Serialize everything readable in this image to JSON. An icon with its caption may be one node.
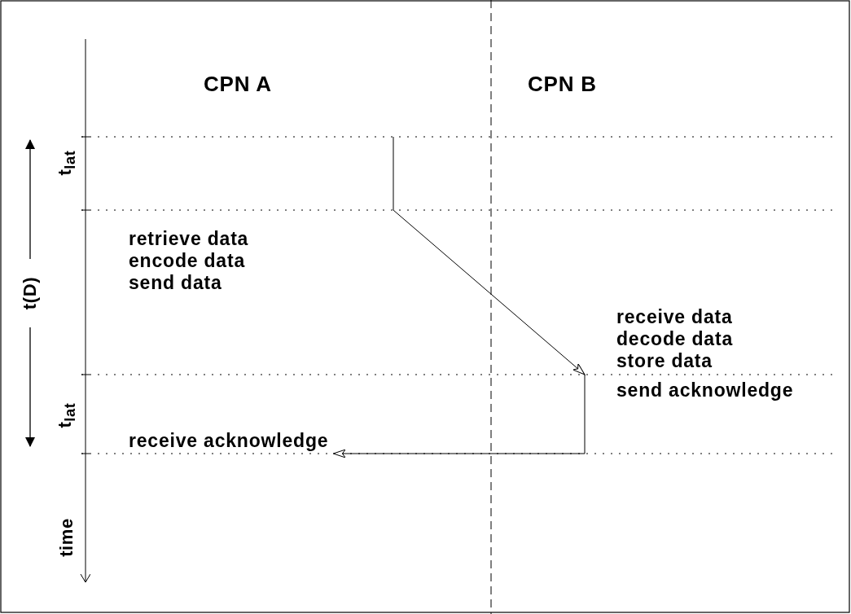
{
  "diagram": {
    "nodes": [
      {
        "text": [
          "CPN A"
        ]
      },
      {
        "text": [
          "CPN B"
        ]
      },
      {
        "text": [
          "retrieve data",
          "encode data",
          "send data"
        ]
      },
      {
        "text": [
          "receive data",
          "decode data",
          "store data"
        ]
      },
      {
        "text": [
          "send acknowledge"
        ]
      },
      {
        "text": [
          "receive acknowledge"
        ]
      }
    ],
    "edges": [
      {
        "from": null,
        "to": 3,
        "arrow": "to"
      },
      {
        "from": 4,
        "to": 5,
        "arrow": "to"
      }
    ],
    "labels": [
      "t$_{lat}$",
      "t(D)",
      "t$_{lat}$",
      "time"
    ]
  }
}
